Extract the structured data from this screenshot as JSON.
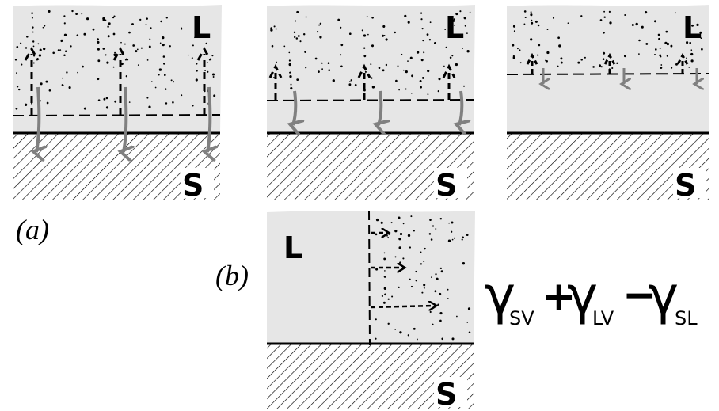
{
  "panels": [
    {
      "liquid_label": "L",
      "solid_label": "S"
    },
    {
      "liquid_label": "L",
      "solid_label": "S"
    },
    {
      "liquid_label": "L",
      "solid_label": "S"
    },
    {
      "liquid_label": "L",
      "solid_label": "S"
    }
  ],
  "captions": {
    "a": "(a)",
    "b": "(b)"
  },
  "equation": {
    "g1": "γ",
    "s1": "SV",
    "plus": "+",
    "g2": "γ",
    "s2": "LV",
    "minus": "−",
    "g3": "γ",
    "s3": "SL"
  },
  "colors": {
    "liquid_fill": "#e6e6e6",
    "arrow_gray": "#808080",
    "ink": "#000000"
  }
}
